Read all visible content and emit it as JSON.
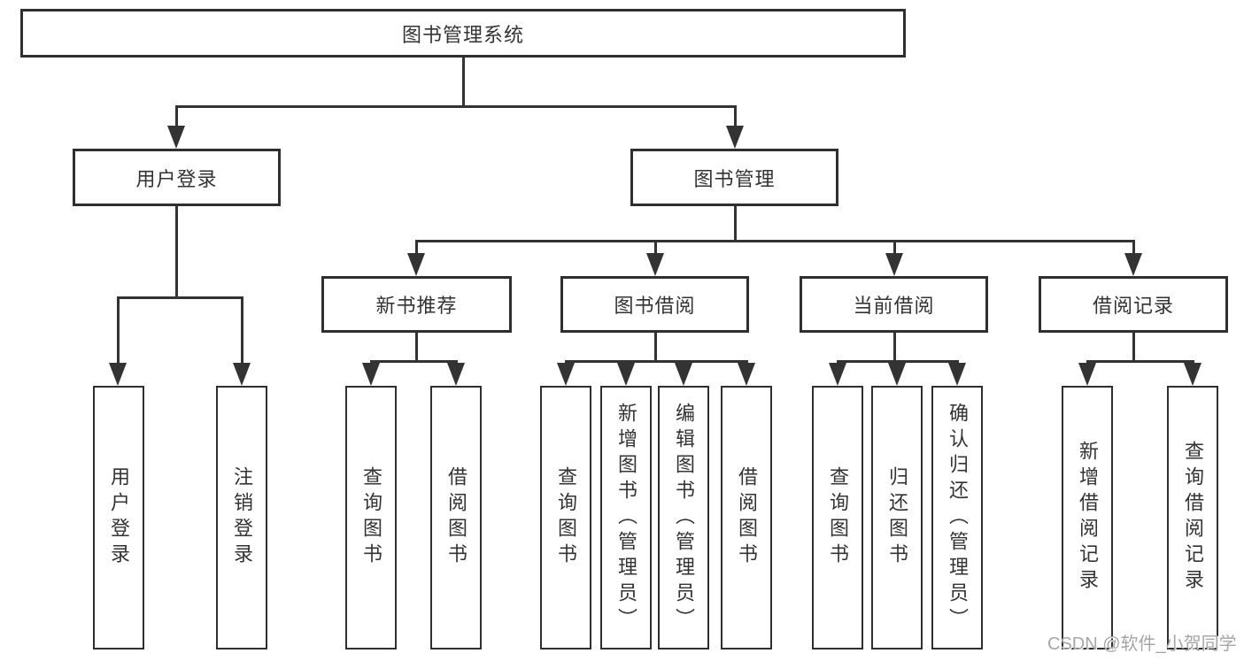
{
  "diagram": {
    "root": {
      "label": "图书管理系统"
    },
    "branches": [
      {
        "label": "用户登录",
        "children": [
          {
            "label": "用户登录"
          },
          {
            "label": "注销登录"
          }
        ]
      },
      {
        "label": "图书管理",
        "children": [
          {
            "label": "新书推荐",
            "children": [
              {
                "label": "查询图书"
              },
              {
                "label": "借阅图书"
              }
            ]
          },
          {
            "label": "图书借阅",
            "children": [
              {
                "label": "查询图书"
              },
              {
                "label": "新增图书（管理员）"
              },
              {
                "label": "编辑图书（管理员）"
              },
              {
                "label": "借阅图书"
              }
            ]
          },
          {
            "label": "当前借阅",
            "children": [
              {
                "label": "查询图书"
              },
              {
                "label": "归还图书"
              },
              {
                "label": "确认归还（管理员）"
              }
            ]
          },
          {
            "label": "借阅记录",
            "children": [
              {
                "label": "新增借阅记录"
              },
              {
                "label": "查询借阅记录"
              }
            ]
          }
        ]
      }
    ]
  },
  "watermark": {
    "text": "CSDN @软件_小贺同学"
  },
  "colors": {
    "line": "#333333",
    "box_border": "#2f2f2f",
    "box_fill": "#ffffff",
    "text": "#333333",
    "watermark": "#a6a6a6",
    "background": "#ffffff"
  }
}
